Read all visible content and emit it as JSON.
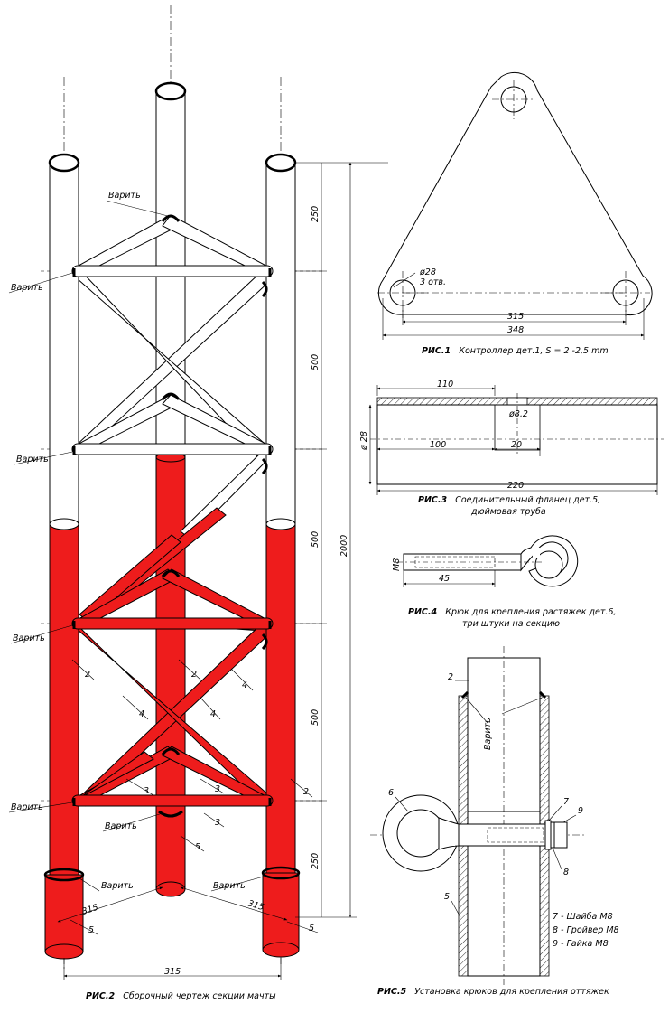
{
  "colors": {
    "paint_red": "#ee1c1c",
    "line": "#000000",
    "paper": "#ffffff"
  },
  "fig1": {
    "caption_num": "РИС.1",
    "caption_text": "Контроллер дет.1, S = 2 -2,5 mm",
    "hole_dia": "ø28",
    "hole_count": "3 отв.",
    "dim_centers": "315",
    "dim_overall": "348"
  },
  "fig2": {
    "caption_num": "РИС.2",
    "caption_text": "Сборочный чертеж секции мачты",
    "weld_label": "Варить",
    "dims_vertical": [
      "250",
      "500",
      "500",
      "500",
      "250"
    ],
    "dim_total": "2000",
    "dim_base": "315",
    "dim_side": "315",
    "parts": {
      "p2": "2",
      "p3": "3",
      "p4": "4",
      "p5": "5"
    }
  },
  "fig3": {
    "caption_num": "РИС.3",
    "caption_text": "Соединительный фланец дет.5,",
    "caption_text2": "дюймовая труба",
    "dim_top": "110",
    "dim_hole": "ø8,2",
    "dim_dia": "ø 28",
    "dim_left": "100",
    "dim_mid": "20",
    "dim_length": "220"
  },
  "fig4": {
    "caption_num": "РИС.4",
    "caption_text": "Крюк для крепления растяжек дет.6,",
    "caption_text2": "три штуки на секцию",
    "thread": "М8",
    "dim_len": "45"
  },
  "fig5": {
    "caption_num": "РИС.5",
    "caption_text": "Установка крюков для крепления оттяжек",
    "weld_label": "Варить",
    "parts": {
      "p2": "2",
      "p5": "5",
      "p6": "6",
      "p7": "7",
      "p8": "8",
      "p9": "9"
    },
    "legend": [
      "7 - Шайба М8",
      "8 - Гройвер М8",
      "9 - Гайка М8"
    ]
  }
}
